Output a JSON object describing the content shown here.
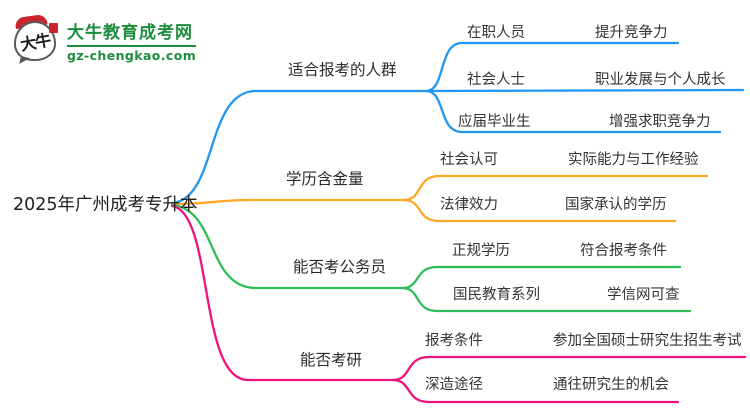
{
  "logo": {
    "icon_text": "大牛",
    "site_name": "大牛教育成考网",
    "site_url": "gz-chengkao.com"
  },
  "colors": {
    "logo_green": "#1e8e3e",
    "logo_red": "#c9252c",
    "text": "#333333",
    "branch_blue": "#2196f3",
    "branch_orange": "#ffa726",
    "branch_green": "#2ebd59",
    "branch_pink": "#f0127c"
  },
  "mindmap": {
    "root": "2025年广州成考专升本",
    "branches": [
      {
        "label": "适合报考的人群",
        "color": "#2196f3",
        "children": [
          {
            "label": "在职人员",
            "leaf": "提升竞争力"
          },
          {
            "label": "社会人士",
            "leaf": "职业发展与个人成长"
          },
          {
            "label": "应届毕业生",
            "leaf": "增强求职竞争力"
          }
        ]
      },
      {
        "label": "学历含金量",
        "color": "#ffa726",
        "children": [
          {
            "label": "社会认可",
            "leaf": "实际能力与工作经验"
          },
          {
            "label": "法律效力",
            "leaf": "国家承认的学历"
          }
        ]
      },
      {
        "label": "能否考公务员",
        "color": "#2ebd59",
        "children": [
          {
            "label": "正规学历",
            "leaf": "符合报考条件"
          },
          {
            "label": "国民教育系列",
            "leaf": "学信网可查"
          }
        ]
      },
      {
        "label": "能否考研",
        "color": "#f0127c",
        "children": [
          {
            "label": "报考条件",
            "leaf": "参加全国硕士研究生招生考试"
          },
          {
            "label": "深造途径",
            "leaf": "通往研究生的机会"
          }
        ]
      }
    ]
  }
}
